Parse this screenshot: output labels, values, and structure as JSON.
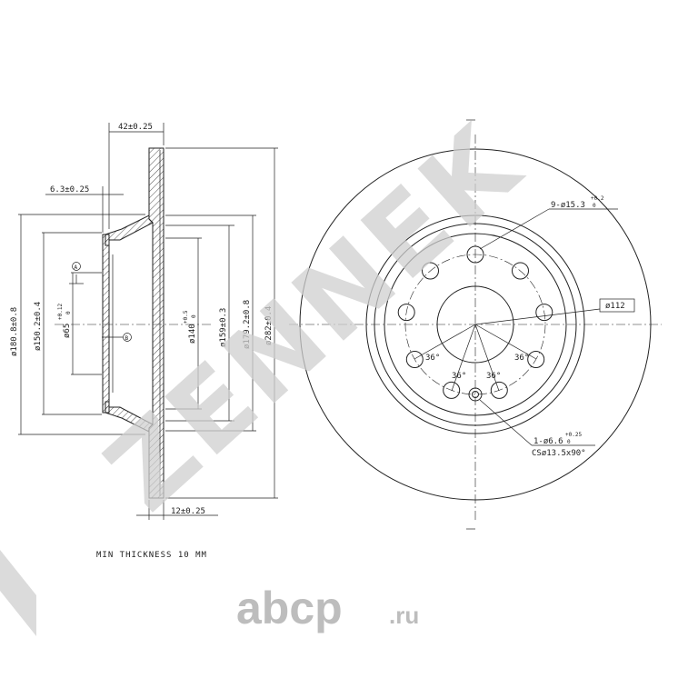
{
  "side_view": {
    "dims_top": {
      "width_42": "42±0.25",
      "hub_6_3": "6.3±0.25"
    },
    "dims_bottom": {
      "thickness_12": "12±0.25"
    },
    "dims_vertical": {
      "d180": "ø180.8±0.8",
      "d150": "ø150.2±0.4",
      "d65": "ø65",
      "d65_tol_up": "+0.12",
      "d65_tol_dn": "0",
      "d140": "ø140",
      "d140_tol_up": "+0.5",
      "d140_tol_dn": "0",
      "d159": "ø159±0.3",
      "d179": "ø179.2±0.8",
      "d282": "ø282±0.4"
    },
    "datum_a": "A",
    "datum_b": "B"
  },
  "front_view": {
    "holes_callout": "9-ø15.3",
    "holes_tol_up": "+0.2",
    "holes_tol_dn": "0",
    "pcd": "ø112",
    "angles": [
      "36°",
      "36°",
      "36°",
      "36°"
    ],
    "small_hole": "1-ø6.6",
    "small_hole_tol_up": "+0.25",
    "small_hole_tol_dn": "0",
    "countersink": "CSø13.5x90°"
  },
  "note": "MIN THICKNESS 10 MM",
  "watermark": "ZENNEK",
  "brand": {
    "name": "abcp",
    "suffix": ".ru"
  }
}
